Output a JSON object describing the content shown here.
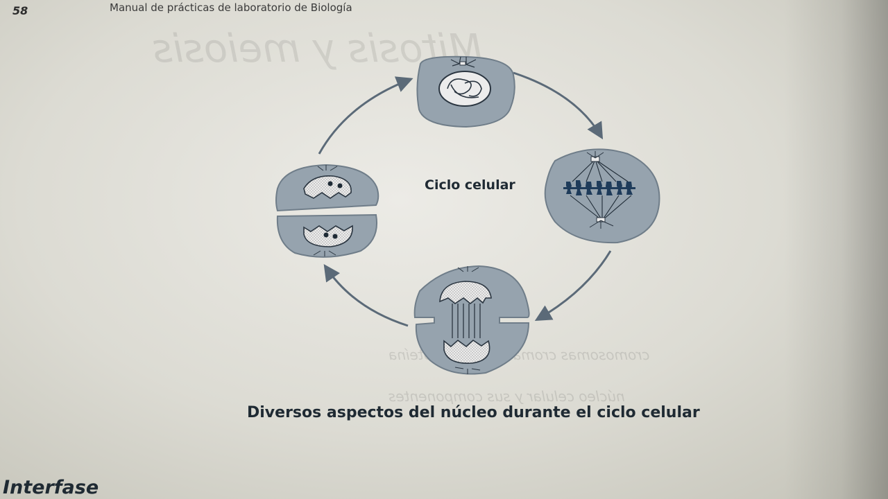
{
  "header": {
    "page_number": "58",
    "running_title": "Manual de prácticas de laboratorio de Biología"
  },
  "diagram": {
    "center_label": "Ciclo celular",
    "caption": "Diversos aspectos del núcleo durante el ciclo celular",
    "stages": [
      "interphase-cell",
      "metaphase-cell",
      "anaphase-cell",
      "telophase-cell"
    ],
    "colors": {
      "cell_fill": "#96a3ae",
      "cell_stroke": "#6f7d89",
      "arrow": "#5b6a78",
      "chromatin_fill": "#e9e9e9",
      "chromosome": "#1e3b5a"
    }
  },
  "section": {
    "heading": "Interfase"
  }
}
